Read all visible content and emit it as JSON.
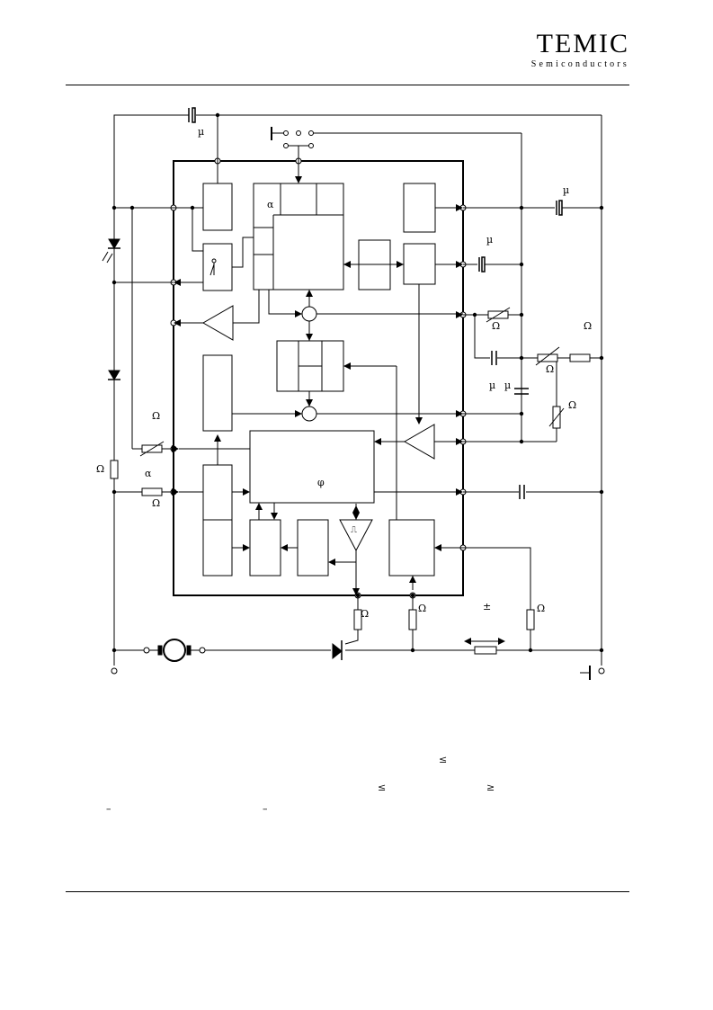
{
  "header": {
    "brand": "TEMIC",
    "subtitle": "Semiconductors"
  },
  "diagram": {
    "symbols": {
      "mu": "µ",
      "ohm": "Ω",
      "alpha": "α",
      "phi": "φ",
      "pm": "±",
      "leq": "≤",
      "geq": "≥",
      "dash": "–",
      "schmitt": "⎍"
    }
  }
}
